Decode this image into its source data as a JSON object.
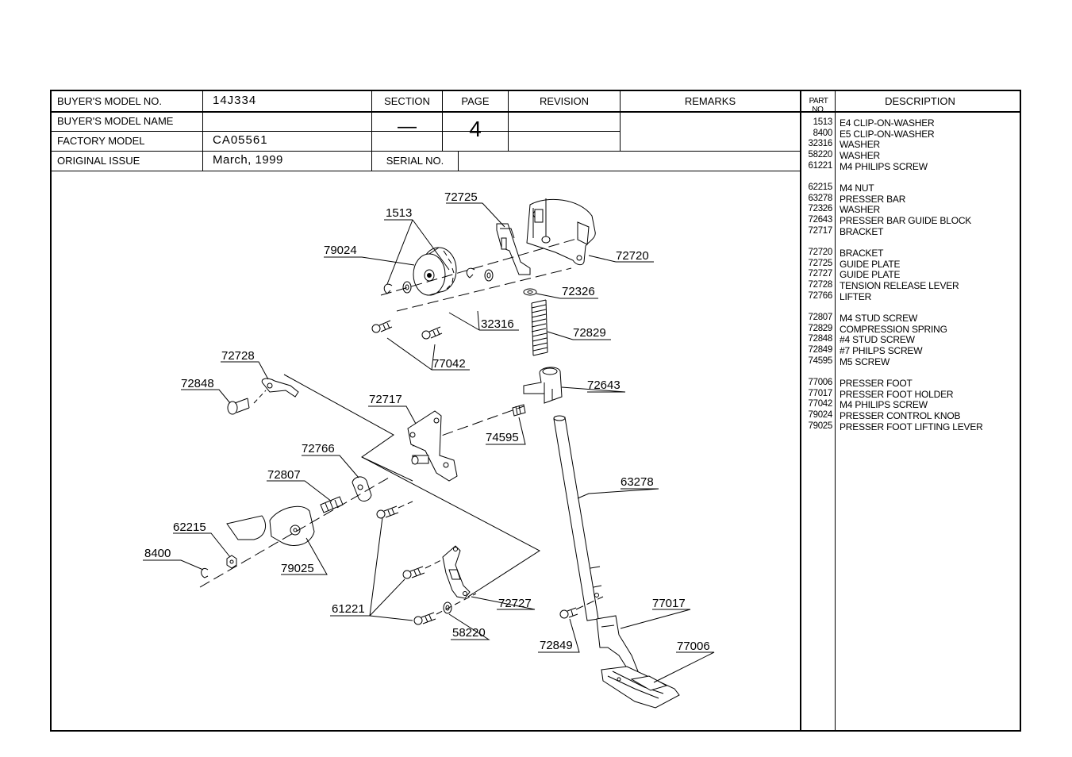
{
  "header": {
    "buyers_model_no_label": "BUYER'S MODEL NO.",
    "buyers_model_no": "14J334",
    "buyers_model_name_label": "BUYER'S MODEL NAME",
    "buyers_model_name": "",
    "factory_model_label": "FACTORY MODEL",
    "factory_model": "CA05561",
    "original_issue_label": "ORIGINAL ISSUE",
    "original_issue": "March, 1999",
    "section_label": "SECTION",
    "section": "—",
    "page_label": "PAGE",
    "page": "4",
    "revision_label": "REVISION",
    "remarks_label": "REMARKS",
    "serial_no_label": "SERIAL NO.",
    "part_no_label": "PART NO.",
    "description_label": "DESCRIPTION"
  },
  "parts": [
    {
      "no": "1513",
      "desc": "E4 CLIP-ON-WASHER"
    },
    {
      "no": "8400",
      "desc": "E5 CLIP-ON-WASHER"
    },
    {
      "no": "32316",
      "desc": "WASHER"
    },
    {
      "no": "58220",
      "desc": "WASHER"
    },
    {
      "no": "61221",
      "desc": "M4 PHILIPS SCREW"
    },
    {
      "no": "62215",
      "desc": "M4 NUT"
    },
    {
      "no": "63278",
      "desc": "PRESSER BAR"
    },
    {
      "no": "72326",
      "desc": "WASHER"
    },
    {
      "no": "72643",
      "desc": "PRESSER BAR GUIDE BLOCK"
    },
    {
      "no": "72717",
      "desc": "BRACKET"
    },
    {
      "no": "72720",
      "desc": "BRACKET"
    },
    {
      "no": "72725",
      "desc": "GUIDE PLATE"
    },
    {
      "no": "72727",
      "desc": "GUIDE PLATE"
    },
    {
      "no": "72728",
      "desc": "TENSION RELEASE LEVER"
    },
    {
      "no": "72766",
      "desc": "LIFTER"
    },
    {
      "no": "72807",
      "desc": "M4 STUD SCREW"
    },
    {
      "no": "72829",
      "desc": "COMPRESSION SPRING"
    },
    {
      "no": "72848",
      "desc": "#4 STUD SCREW"
    },
    {
      "no": "72849",
      "desc": "#7 PHILPS SCREW"
    },
    {
      "no": "74595",
      "desc": "M5 SCREW"
    },
    {
      "no": "77006",
      "desc": "PRESSER FOOT"
    },
    {
      "no": "77017",
      "desc": "PRESSER FOOT HOLDER"
    },
    {
      "no": "77042",
      "desc": "M4 PHILIPS SCREW"
    },
    {
      "no": "79024",
      "desc": "PRESSER CONTROL KNOB"
    },
    {
      "no": "79025",
      "desc": "PRESSER FOOT LIFTING LEVER"
    }
  ],
  "callouts": [
    "72725",
    "1513",
    "79024",
    "72720",
    "72326",
    "32316",
    "72829",
    "77042",
    "72728",
    "72848",
    "72643",
    "72717",
    "74595",
    "72766",
    "72807",
    "63278",
    "62215",
    "8400",
    "79025",
    "61221",
    "72727",
    "58220",
    "77017",
    "72849",
    "77006"
  ]
}
